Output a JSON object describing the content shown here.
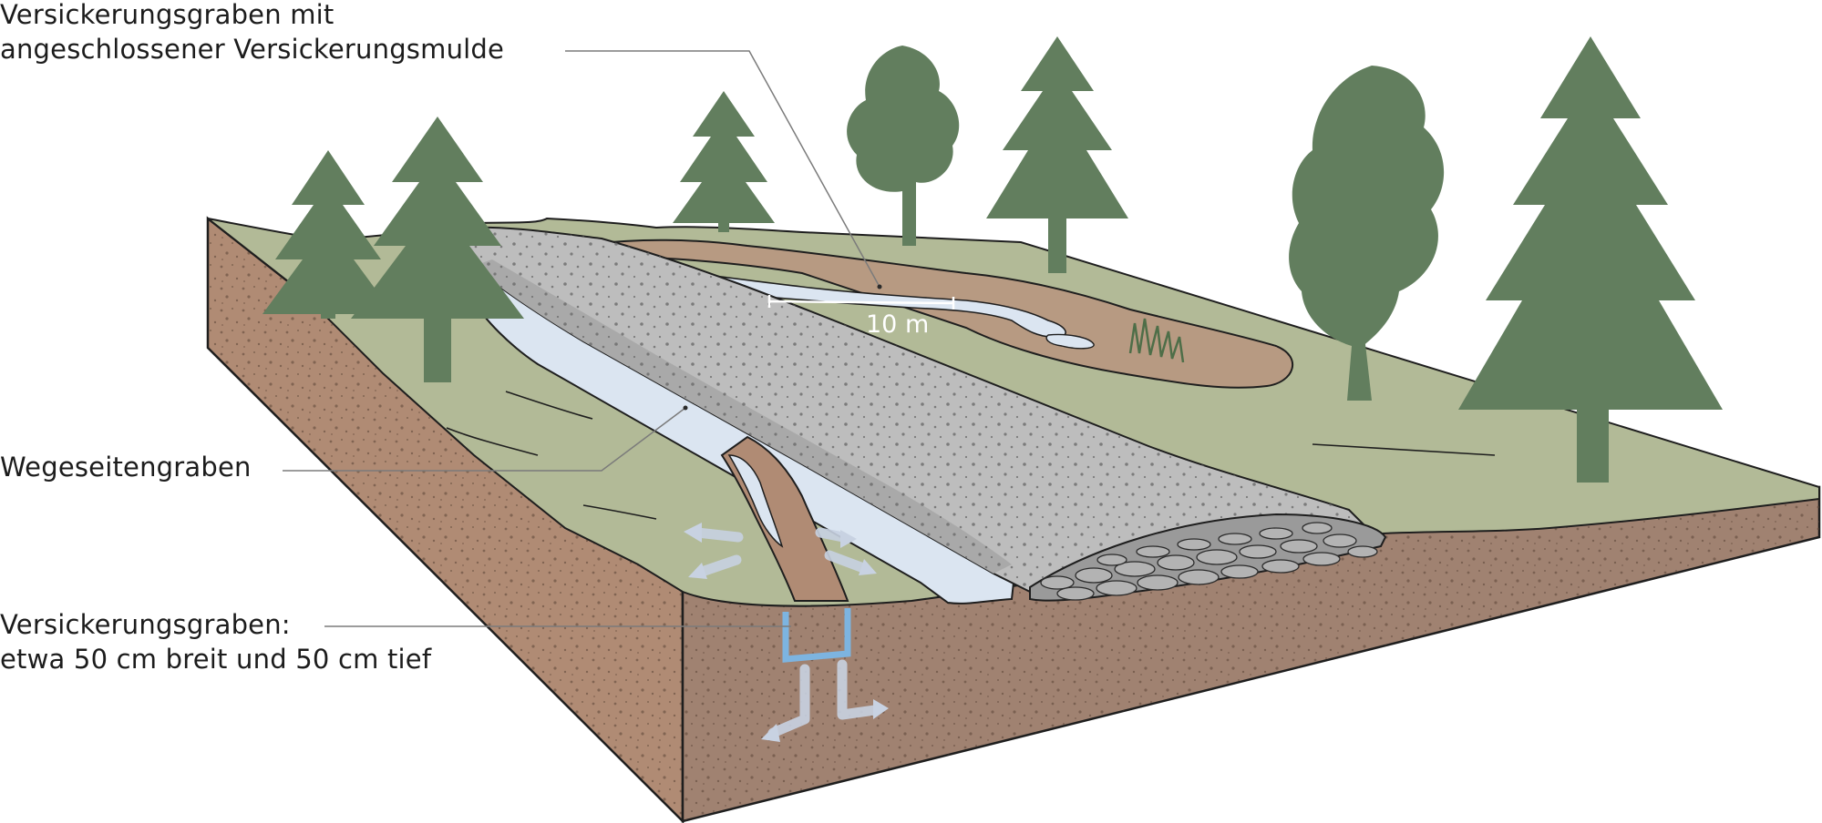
{
  "labels": {
    "top": {
      "line1": "Versickerungsgraben mit",
      "line2": "angeschlossener Versickerungsmulde"
    },
    "middle": "Wegeseitengraben",
    "bottom": {
      "line1": "Versickerungsgraben:",
      "line2": "etwa 50 cm breit und 50 cm tief"
    }
  },
  "scale_bar": "10 m",
  "colors": {
    "grass": "#b2ba97",
    "soil_side": "#b08b74",
    "soil_front": "#a08271",
    "mulde_soil": "#b79a82",
    "gravel_road": "#bdbdbd",
    "gravel_road_shadow": "#a9a9a9",
    "water": "#dbe5f1",
    "water_edge": "#9fc1dd",
    "trees": "#627e5e",
    "outline": "#1e1e1e",
    "leader_line": "#7b7b7b"
  }
}
